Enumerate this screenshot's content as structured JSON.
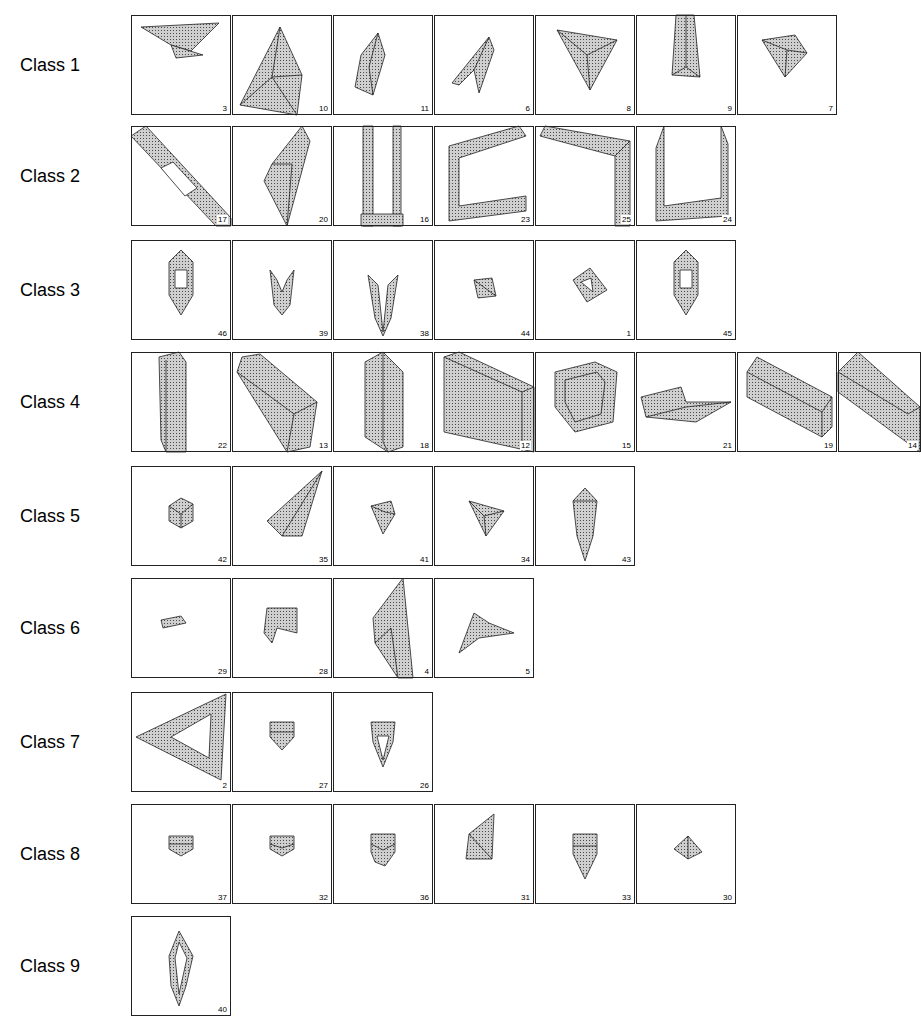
{
  "diagram": {
    "nodes": [
      {
        "text": [
          "3"
        ]
      },
      {
        "text": [
          "10"
        ]
      },
      {
        "text": [
          "11"
        ]
      },
      {
        "text": [
          "6"
        ]
      },
      {
        "text": [
          "8"
        ]
      },
      {
        "text": [
          "9"
        ]
      },
      {
        "text": [
          "7"
        ]
      },
      {
        "text": [
          "17"
        ]
      },
      {
        "text": [
          "20"
        ]
      },
      {
        "text": [
          "16"
        ]
      },
      {
        "text": [
          "23"
        ]
      },
      {
        "text": [
          "25"
        ]
      },
      {
        "text": [
          "24"
        ]
      },
      {
        "text": [
          "46"
        ]
      },
      {
        "text": [
          "39"
        ]
      },
      {
        "text": [
          "38"
        ]
      },
      {
        "text": [
          "44"
        ]
      },
      {
        "text": [
          "1"
        ]
      },
      {
        "text": [
          "45"
        ]
      },
      {
        "text": [
          "22"
        ]
      },
      {
        "text": [
          "13"
        ]
      },
      {
        "text": [
          "18"
        ]
      },
      {
        "text": [
          "12"
        ]
      },
      {
        "text": [
          "15"
        ]
      },
      {
        "text": [
          "21"
        ]
      },
      {
        "text": [
          "19"
        ]
      },
      {
        "text": [
          "14"
        ]
      },
      {
        "text": [
          "42"
        ]
      },
      {
        "text": [
          "35"
        ]
      },
      {
        "text": [
          "41"
        ]
      },
      {
        "text": [
          "34"
        ]
      },
      {
        "text": [
          "43"
        ]
      },
      {
        "text": [
          "29"
        ]
      },
      {
        "text": [
          "28"
        ]
      },
      {
        "text": [
          "4"
        ]
      },
      {
        "text": [
          "5"
        ]
      },
      {
        "text": [
          "2"
        ]
      },
      {
        "text": [
          "27"
        ]
      },
      {
        "text": [
          "26"
        ]
      },
      {
        "text": [
          "37"
        ]
      },
      {
        "text": [
          "32"
        ]
      },
      {
        "text": [
          "36"
        ]
      },
      {
        "text": [
          "31"
        ]
      },
      {
        "text": [
          "33"
        ]
      },
      {
        "text": [
          "30"
        ]
      },
      {
        "text": [
          "40"
        ]
      }
    ],
    "labels": [
      "Class 1",
      "Class 2",
      "Class 3",
      "Class 4",
      "Class 5",
      "Class 6",
      "Class 7",
      "Class 8",
      "Class 9"
    ]
  }
}
